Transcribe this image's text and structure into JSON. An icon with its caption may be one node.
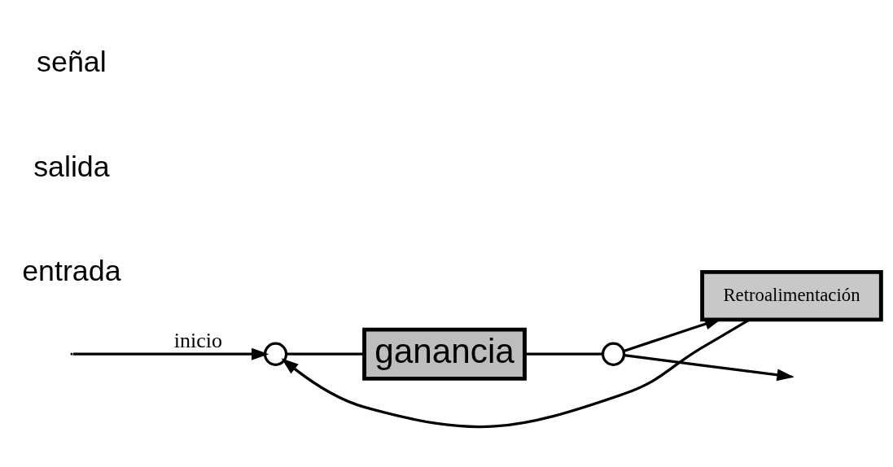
{
  "diagram": {
    "nodes": [
      {
        "text": [],
        "shape": "circle"
      },
      {
        "text": [
          "ganancia"
        ]
      },
      {
        "text": [],
        "shape": "circle"
      },
      {
        "text": [
          "Retroalimentación"
        ]
      }
    ],
    "edges": [
      {
        "from": null,
        "to": 0,
        "arrow": "to",
        "label": "inicio"
      },
      {
        "from": 0,
        "to": 1,
        "arrow": "none"
      },
      {
        "from": 1,
        "to": 2,
        "arrow": "none"
      },
      {
        "from": 2,
        "to": null,
        "arrow": "to"
      },
      {
        "from": 2,
        "to": 3,
        "arrow": "to"
      },
      {
        "from": 3,
        "to": 0,
        "arrow": "to"
      }
    ],
    "labels": [
      "entrada",
      "salida",
      "señal"
    ]
  }
}
